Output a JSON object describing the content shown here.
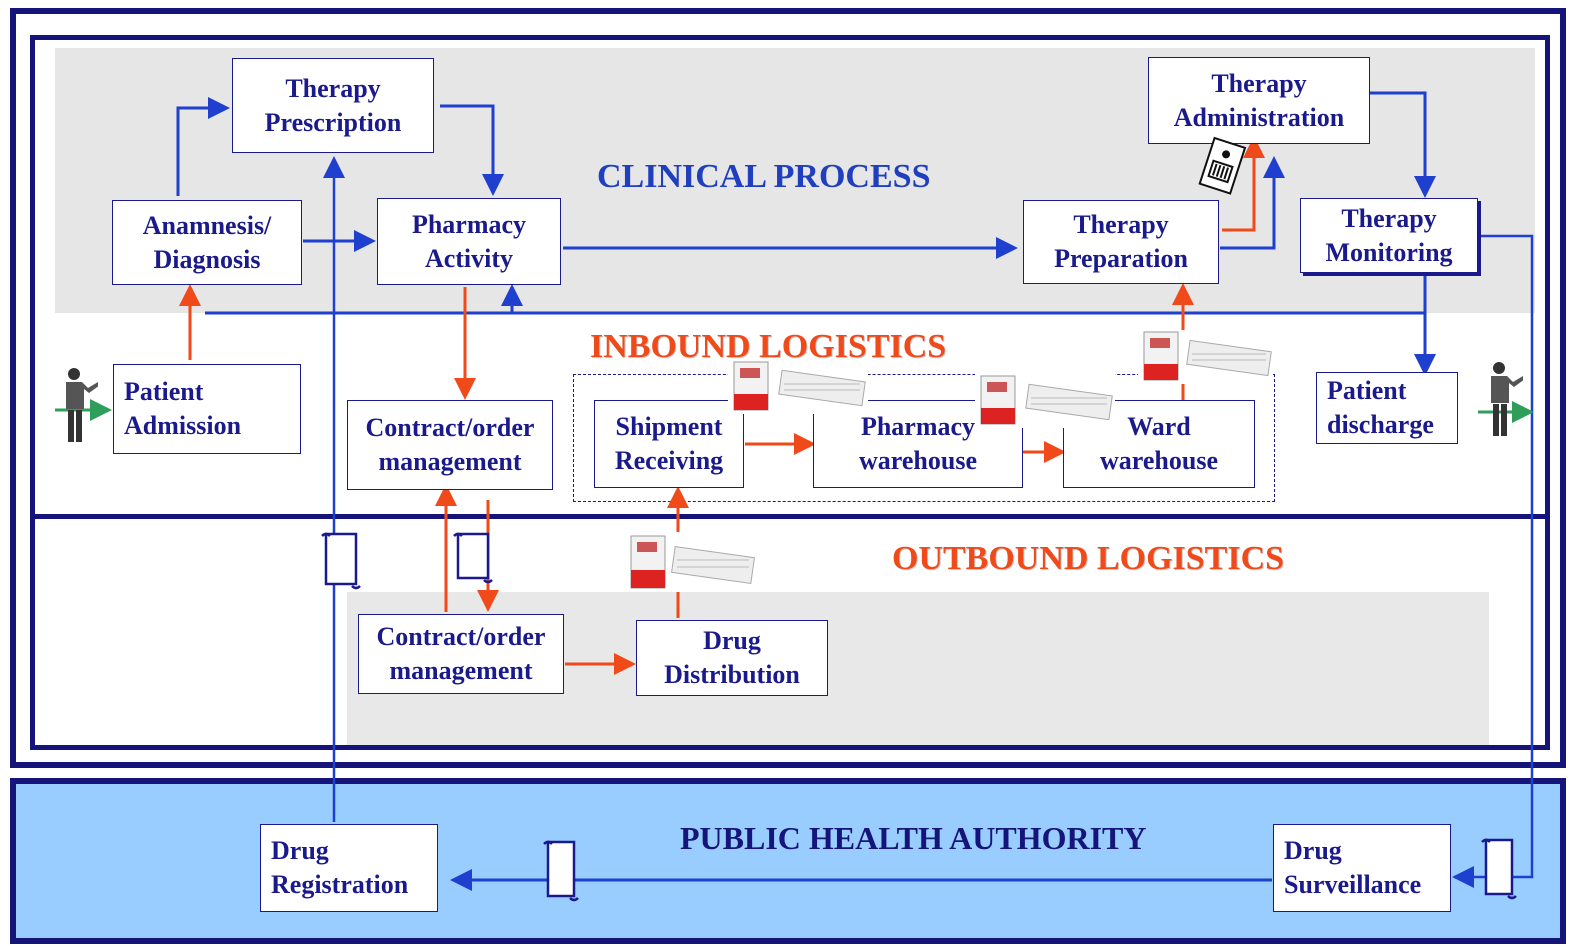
{
  "sections": {
    "clinical": "CLINICAL PROCESS",
    "inbound": "INBOUND LOGISTICS",
    "outbound": "OUTBOUND LOGISTICS",
    "public_health": "PUBLIC HEALTH AUTHORITY"
  },
  "nodes": {
    "therapy_prescription": "Therapy\nPrescription",
    "anamnesis_diagnosis": "Anamnesis/\nDiagnosis",
    "pharmacy_activity": "Pharmacy\nActivity",
    "therapy_preparation": "Therapy\nPreparation",
    "therapy_administration": "Therapy\nAdministration",
    "therapy_monitoring": "Therapy\nMonitoring",
    "patient_admission": "Patient\nAdmission",
    "patient_discharge": "Patient\ndischarge",
    "contract_order_inbound": "Contract/order\nmanagement",
    "shipment_receiving": "Shipment\nReceiving",
    "pharmacy_warehouse": "Pharmacy\nwarehouse",
    "ward_warehouse": "Ward\nwarehouse",
    "contract_order_outbound": "Contract/order\nmanagement",
    "drug_distribution": "Drug\nDistribution",
    "drug_registration": "Drug\nRegistration",
    "drug_surveillance": "Drug\nSurveillance"
  },
  "colors": {
    "navy": "#1a1a8c",
    "blue_flow": "#1f3fcf",
    "red_flow": "#f04a1a",
    "green_arrow": "#2e9e5a",
    "clinical_bg": "#e6e6e6",
    "public_bg": "#99ccff"
  },
  "icons": [
    "person-icon",
    "document-scroll-icon",
    "drug-box-icon",
    "barcode-badge-icon"
  ]
}
